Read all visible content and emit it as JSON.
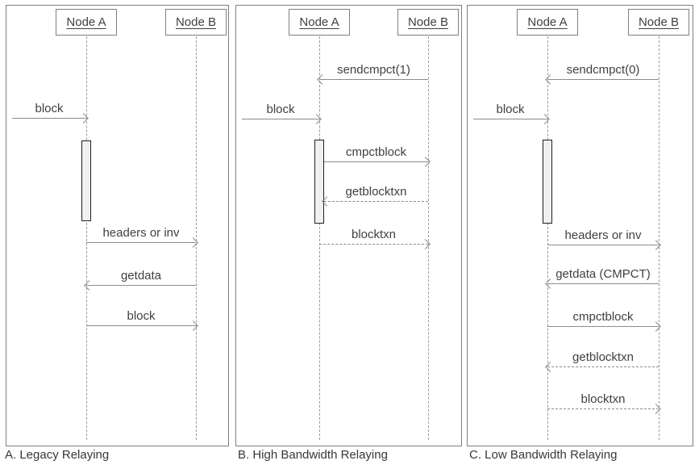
{
  "diagram": {
    "colors": {
      "panel_border": "#7f7f7f",
      "arrow_line": "#8c8c8c",
      "label_text": "#404040",
      "activation_fill": "#f0f0f0",
      "activation_border": "#1f1f1f"
    },
    "panels": [
      {
        "caption": "A. Legacy Relaying",
        "nodes": {
          "a": "Node A",
          "b": "Node B"
        },
        "messages": [
          {
            "label": "block",
            "from": "external",
            "to": "Node A",
            "line": "solid",
            "direction": "right"
          },
          {
            "label": "headers or inv",
            "from": "Node A",
            "to": "Node B",
            "line": "solid",
            "direction": "right"
          },
          {
            "label": "getdata",
            "from": "Node B",
            "to": "Node A",
            "line": "solid",
            "direction": "left"
          },
          {
            "label": "block",
            "from": "Node A",
            "to": "Node B",
            "line": "solid",
            "direction": "right"
          }
        ]
      },
      {
        "caption": "B. High Bandwidth Relaying",
        "nodes": {
          "a": "Node A",
          "b": "Node B"
        },
        "messages": [
          {
            "label": "sendcmpct(1)",
            "from": "Node B",
            "to": "Node A",
            "line": "solid",
            "direction": "left"
          },
          {
            "label": "block",
            "from": "external",
            "to": "Node A",
            "line": "solid",
            "direction": "right"
          },
          {
            "label": "cmpctblock",
            "from": "Node A",
            "to": "Node B",
            "line": "solid",
            "direction": "right"
          },
          {
            "label": "getblocktxn",
            "from": "Node B",
            "to": "Node A",
            "line": "dashed",
            "direction": "left"
          },
          {
            "label": "blocktxn",
            "from": "Node A",
            "to": "Node B",
            "line": "dashed",
            "direction": "right"
          }
        ]
      },
      {
        "caption": "C. Low Bandwidth Relaying",
        "nodes": {
          "a": "Node A",
          "b": "Node B"
        },
        "messages": [
          {
            "label": "sendcmpct(0)",
            "from": "Node B",
            "to": "Node A",
            "line": "solid",
            "direction": "left"
          },
          {
            "label": "block",
            "from": "external",
            "to": "Node A",
            "line": "solid",
            "direction": "right"
          },
          {
            "label": "headers or inv",
            "from": "Node A",
            "to": "Node B",
            "line": "solid",
            "direction": "right"
          },
          {
            "label": "getdata (CMPCT)",
            "from": "Node B",
            "to": "Node A",
            "line": "solid",
            "direction": "left"
          },
          {
            "label": "cmpctblock",
            "from": "Node A",
            "to": "Node B",
            "line": "solid",
            "direction": "right"
          },
          {
            "label": "getblocktxn",
            "from": "Node B",
            "to": "Node A",
            "line": "dashed",
            "direction": "left"
          },
          {
            "label": "blocktxn",
            "from": "Node A",
            "to": "Node B",
            "line": "dashed",
            "direction": "right"
          }
        ]
      }
    ]
  }
}
